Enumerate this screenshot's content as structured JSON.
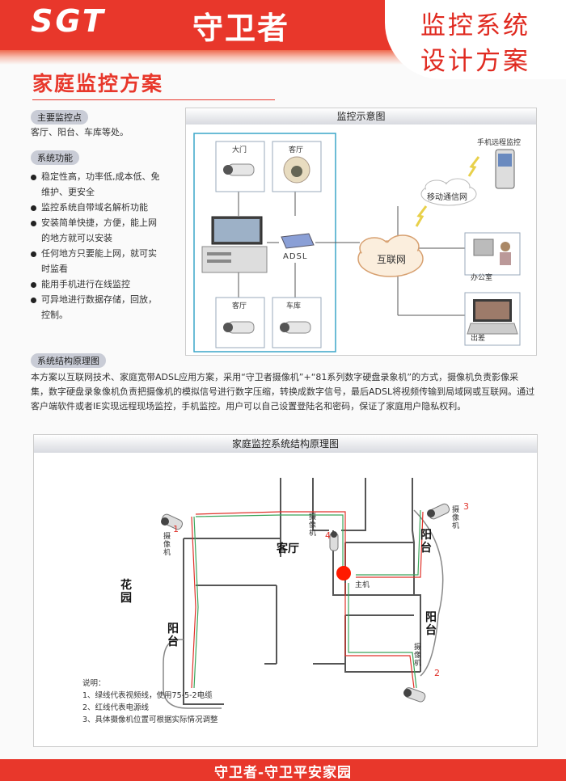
{
  "header": {
    "brand": "SGT",
    "brand_cn": "守卫者",
    "title_line1": "监控系统",
    "title_line2": "设计方案"
  },
  "page_title": "家庭监控方案",
  "monitor_points": {
    "label": "主要监控点",
    "text": "客厅、阳台、车库等处。"
  },
  "features": {
    "label": "系统功能",
    "items": [
      [
        "稳定性高，功率低,成本低、免",
        "维护、更安全"
      ],
      [
        "监控系统自带域名解析功能"
      ],
      [
        "安装简单快捷，方便，能上网",
        "的地方就可以安装"
      ],
      [
        "任何地方只要能上网，就可实",
        "时监看"
      ],
      [
        "能用手机进行在线监控"
      ],
      [
        "可异地进行数据存储，回放，",
        "控制。"
      ]
    ]
  },
  "schematic": {
    "title": "监控示意图",
    "cam_gate": "大门",
    "cam_living_top": "客厅",
    "cam_living_bottom": "客厅",
    "cam_garage": "车库",
    "adsl": "ADSL",
    "internet": "互联网",
    "mobile_net": "移动通信网",
    "phone_label": "手机远程监控",
    "office": "办公室",
    "travel": "出差"
  },
  "structure": {
    "label": "系统结构原理图",
    "paragraph": "本方案以互联网技术、家庭宽带ADSL应用方案，采用“守卫者摄像机”+“81系列数字硬盘录象机”的方式，摄像机负责影像采集，数字硬盘录象像机负责把摄像机的模拟信号进行数字压缩，转换成数字信号，最后ADSL将视频传输到局域网或互联网。通过客户端软件或者IE实现远程现场监控，手机监控。用户可以自己设置登陆名和密码，保证了家庭用户隐私权利。"
  },
  "floorplan": {
    "title": "家庭监控系统结构原理图",
    "living_room": "客厅",
    "garden": "花园",
    "balcony_left": "阳台",
    "balcony_right_top": "阳台",
    "balcony_right_bottom": "阳台",
    "host": "主机",
    "camera_label": "摄像机",
    "num1": "1",
    "num2": "2",
    "num3": "3",
    "num4": "4",
    "notes_title": "说明：",
    "notes": [
      "1、绿线代表视频线，使用75-5-2电缆",
      "2、红线代表电源线",
      "3、具体摄像机位置可根据实际情况调整"
    ],
    "colors": {
      "video_line": "#3aa55a",
      "power_line": "#e0322a",
      "host": "#ff1a00"
    }
  },
  "footer": "守卫者-守卫平安家园",
  "colors": {
    "brand_red": "#e8372b"
  }
}
